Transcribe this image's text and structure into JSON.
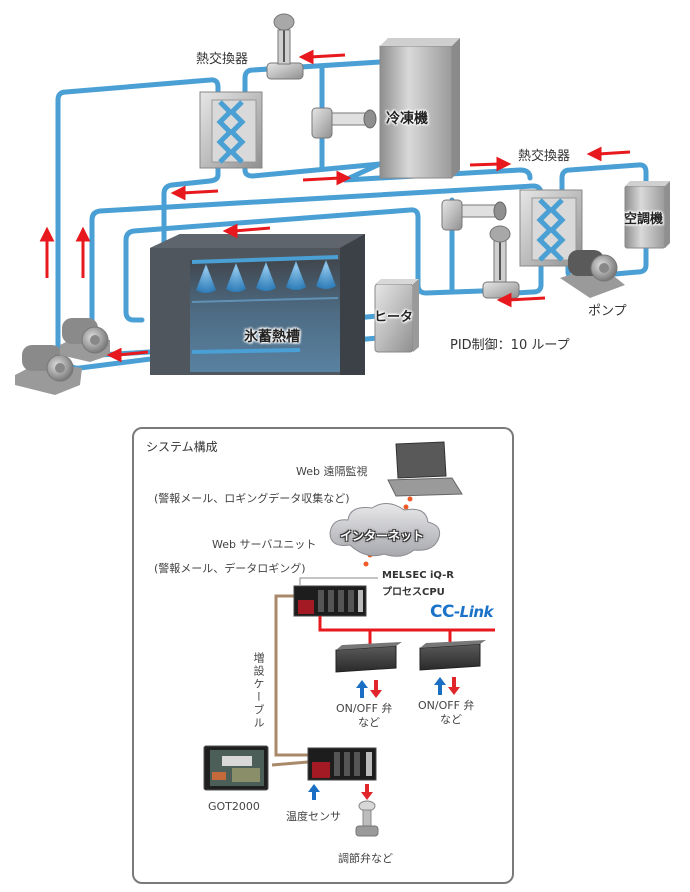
{
  "process_diagram": {
    "labels": {
      "heat_exchanger_1": "熱交換器",
      "chiller": "冷凍機",
      "heat_exchanger_2": "熱交換器",
      "air_conditioner": "空調機",
      "ice_storage_tank": "氷蓄熱槽",
      "heater": "ヒータ",
      "pump": "ポンプ",
      "pid_control": "PID制御：10 ループ"
    },
    "colors": {
      "pipe": "#4a9fd4",
      "pipe_dark": "#2d7bb0",
      "flow_arrow": "#e8191e",
      "tank": "#555a60",
      "water": "#5b8fb5",
      "equipment": "#b5b5b5"
    }
  },
  "system_config": {
    "title": "システム構成",
    "web_monitor": "Web 遠隔監視",
    "web_monitor_note": "(警報メール、ロギングデータ収集など)",
    "web_server_unit": "Web サーバユニット",
    "web_server_note": "(警報メール、データロギング)",
    "internet": "インターネット",
    "cpu_line1": "MELSEC iQ-R",
    "cpu_line2": "プロセスCPU",
    "network": "CC-Link",
    "network_prefix": "CC",
    "network_suffix": "-Link",
    "extension_cable": "増設ケーブル",
    "io1_line1": "ON/OFF 弁",
    "io1_line2": "など",
    "io2_line1": "ON/OFF 弁",
    "io2_line2": "など",
    "hmi": "GOT2000",
    "temp_sensor": "温度センサ",
    "control_valve": "調節弁など",
    "colors": {
      "network_line": "#e8191e",
      "cable": "#a88a6a",
      "input_arrow": "#1a6fc4",
      "output_arrow": "#e0262a",
      "dot_line": "#ef5b26"
    }
  }
}
